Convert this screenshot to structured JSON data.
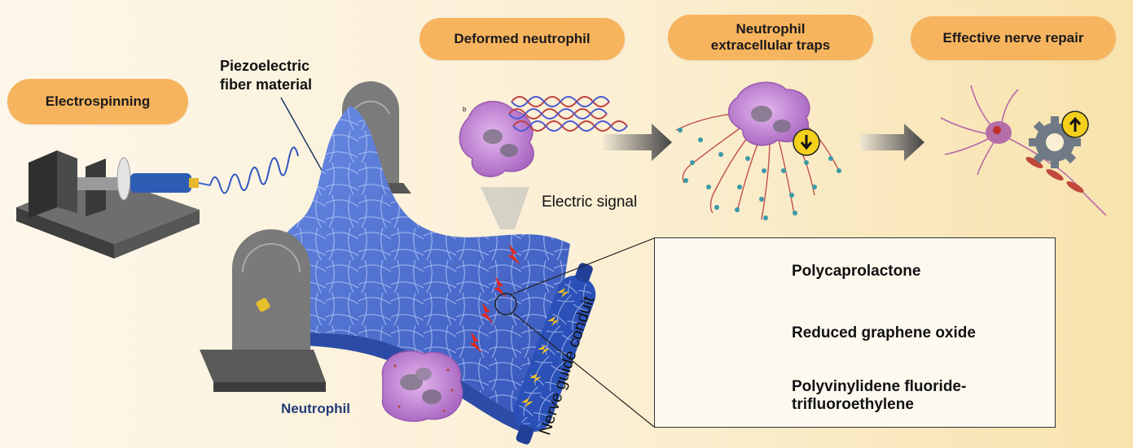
{
  "steps": {
    "electrospinning": "Electrospinning",
    "deformed": "Deformed neutrophil",
    "net_line1": "Neutrophil",
    "net_line2": "extracellular traps",
    "repair": "Effective nerve repair"
  },
  "labels": {
    "fiber_line1": "Piezoelectric",
    "fiber_line2": "fiber material",
    "electric_signal": "Electric signal",
    "neutrophil": "Neutrophil",
    "conduit": "Nerve guide conduit",
    "panel_tag": "b"
  },
  "legend": {
    "items": [
      {
        "name": "Polycaprolactone"
      },
      {
        "name": "Reduced graphene oxide"
      },
      {
        "name_line1": "Polyvinylidene fluoride-",
        "name_line2": "trifluoroethylene"
      }
    ]
  },
  "colors": {
    "pill": "#f7b45e",
    "fiber": "#4a6fd0",
    "neutrophil": "#c98ad9",
    "lightning": "#e0281e",
    "badge": "#f4d01a"
  }
}
